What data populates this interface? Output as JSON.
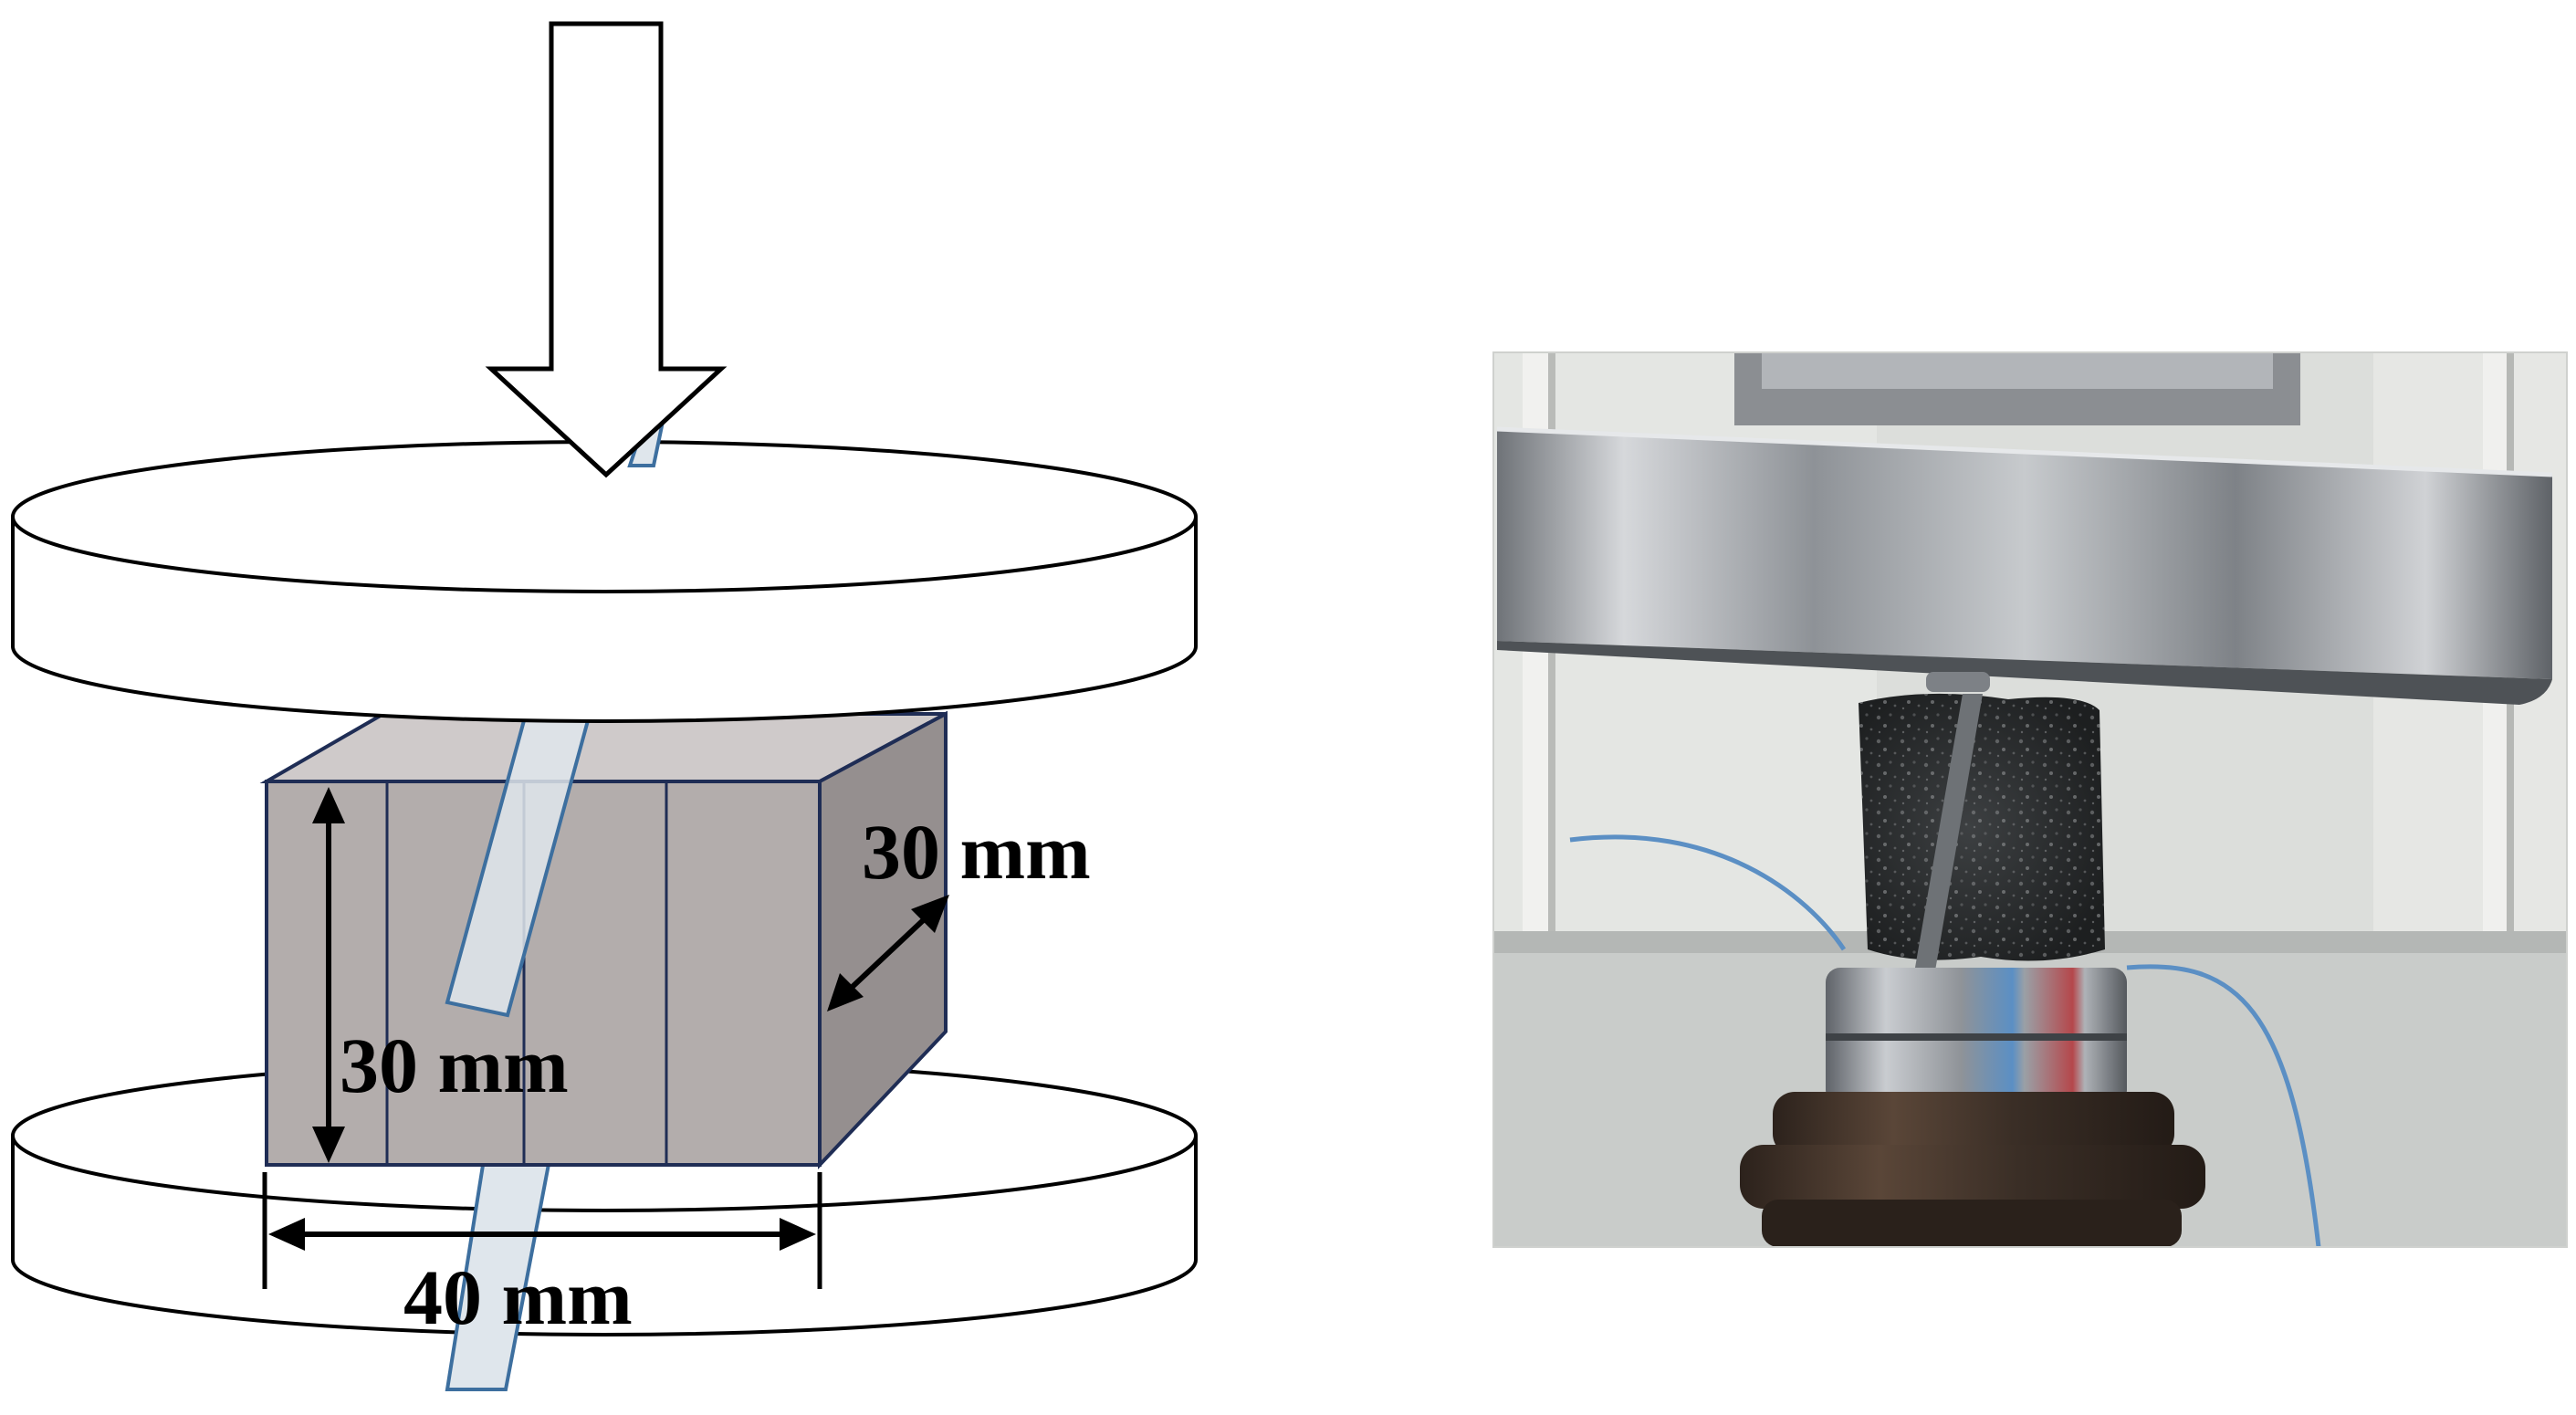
{
  "diagram": {
    "dimensions": {
      "depth_label": "30 mm",
      "height_label": "30 mm",
      "width_label": "40 mm"
    },
    "colors": {
      "specimen_front": "#b3adac",
      "specimen_top": "#cfcaca",
      "specimen_side": "#958f8f",
      "specimen_edge": "#1f2d55",
      "rod_fill": "#dfe6ec",
      "rod_edge": "#3d6f9f",
      "platen_fill": "#ffffff",
      "line": "#000000"
    }
  },
  "photo": {
    "colors": {
      "background": "#d9dbd8",
      "platen_steel": "#a9acb0",
      "specimen": "#2e3031",
      "cable": "#5b8fc4",
      "base": "#4a3a30"
    }
  }
}
